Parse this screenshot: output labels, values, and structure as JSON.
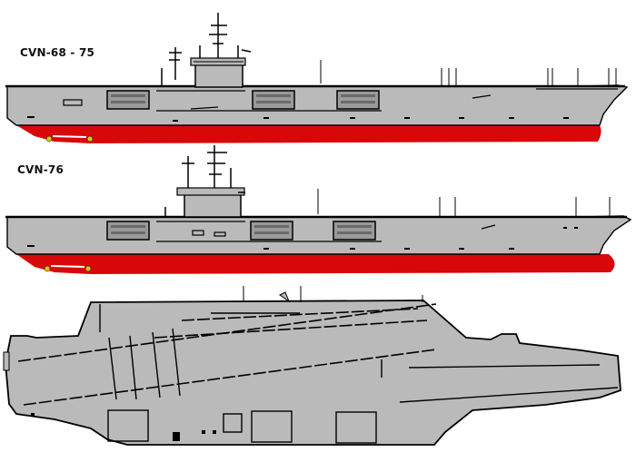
{
  "figure": {
    "views": [
      {
        "id": "profile-a",
        "label": "CVN-68 - 75",
        "type": "side-profile"
      },
      {
        "id": "profile-b",
        "label": "CVN-76",
        "type": "side-profile"
      },
      {
        "id": "plan",
        "label": "",
        "type": "flight-deck-plan"
      }
    ]
  },
  "colors": {
    "hull_grey": "#bababa",
    "waterline_red": "#d80808",
    "outline": "#000000",
    "prop_yellow": "#d8c800",
    "background": "#ffffff"
  }
}
